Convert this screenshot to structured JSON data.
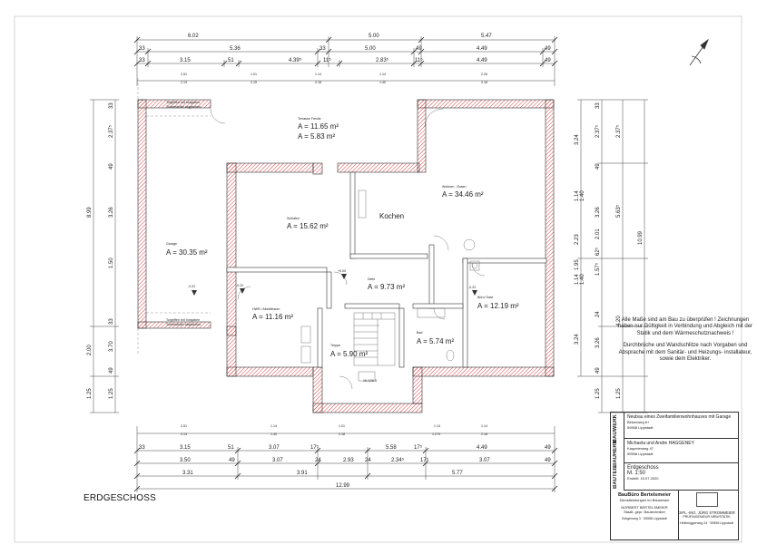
{
  "drawing": {
    "title": "ERDGESCHOSS",
    "top_dims": {
      "row1": [
        "6.02",
        "5.00",
        "5.47"
      ],
      "row2": [
        "33",
        "5.36",
        "33",
        "5.00",
        "49",
        "4.49",
        "49"
      ],
      "row3": [
        "33",
        "3.15",
        "51",
        "4.39⁵",
        "11⁵",
        "2.83⁵",
        "11⁵",
        "4.49",
        "49"
      ],
      "openings": [
        {
          "a": "2.51",
          "b": "2.13"
        },
        {
          "a": "1.01",
          "b": "2.15"
        },
        {
          "a": "1.14",
          "b": "2.18"
        },
        {
          "a": "1.14",
          "b": "1.40"
        },
        {
          "a": "2.26",
          "b": "2.18"
        }
      ]
    },
    "bottom_dims": {
      "openings": [
        {
          "a": "2.51",
          "b": "2.13"
        },
        {
          "a": "1.14",
          "b": "1.40"
        },
        {
          "a": "1.01",
          "b": "2.18"
        },
        {
          "a": "1.14",
          "b": "1.275"
        },
        {
          "a": "1.14",
          "b": "2.18"
        }
      ],
      "row1": [
        "33",
        "3.15",
        "51",
        "3.07",
        "17⁵",
        "5.58",
        "17⁵",
        "4.49",
        "49"
      ],
      "row2": [
        "3.50",
        "49",
        "3.07",
        "24",
        "2.93",
        "24",
        "2.34⁵",
        "17⁵",
        "3.07",
        "49"
      ],
      "row3": [
        "3.31",
        "3.91",
        "5.77"
      ],
      "total": "12.99"
    },
    "left_dims": {
      "outer": [
        "8.99",
        "2.00",
        "1.25"
      ],
      "inner": [
        "33",
        "2.37⁵",
        "49",
        "3.26",
        "1.50",
        "33",
        "3.70",
        "49",
        "1.25"
      ]
    },
    "right_dims": {
      "outer": [
        "10.99"
      ],
      "mid": [
        "2.37⁵",
        "5.63⁵",
        "4.20",
        "1.25"
      ],
      "inner": [
        "33",
        "2.37⁵",
        "49",
        "3.26",
        "2.01",
        "62⁵",
        "1.57⁵",
        "24",
        "3.26",
        "49",
        "1.25"
      ],
      "col3": [
        "3.24",
        "1.14",
        "1.40",
        "2.23",
        "1.95",
        "1.14",
        "1.40",
        "3.24"
      ]
    },
    "rooms": [
      {
        "name": "Garage",
        "area": "A = 30.35 m²"
      },
      {
        "name": "Terrasse Fresitz",
        "area": "A = 11.65 m²",
        "area2": "A = 5.83 m²"
      },
      {
        "name": "Wohnen - Essen",
        "area": "A = 34.46 m²"
      },
      {
        "name": "Schlafen",
        "area": "A = 15.62 m²"
      },
      {
        "name": "Kochen",
        "area": ""
      },
      {
        "name": "Diele",
        "area": "A = 9.73 m²"
      },
      {
        "name": "HWR / Abstellraum",
        "area": "A = 11.16 m²"
      },
      {
        "name": "Treppe",
        "area": "A = 5.90 m²"
      },
      {
        "name": "Bad",
        "area": "A = 5.74 m²"
      },
      {
        "name": "Büro/ Gast",
        "area": "A = 12.19 m²"
      }
    ],
    "stair_label": "16.1/26.5",
    "garage_notes": [
      "Torgriffen mit Vorgaben",
      "Torhersteller abgleichen"
    ],
    "level_marks": [
      "-0.22",
      "-0.22",
      "+0.00",
      "-0.22"
    ]
  },
  "notes": [
    "Alle Maße sind am Bau zu überprüfen ! Zeichnungen haben nur Gültigkeit in Verbindung und Abgleich mit der Statik und dem Wärmeschutznachweis !",
    "Durchbrüche und Wandschlitze nach Vorgaben und Absprache mit dem Sanitär- und Heizungs- installateur, sowie dem Elektriker."
  ],
  "title_block": {
    "side": [
      "BAUWERK",
      "BAUHERR",
      "BAUTEIL"
    ],
    "project": "Neubau eines Zweifamilienwohnhauses mit Garage",
    "project_addr1": "Birkenweg 6+",
    "project_addr2": "59558 Lippstadt",
    "client": "Michaela und Andre HAGGENEY",
    "client_addr1": "Kappelerweg 47",
    "client_addr2": "59558 Lippstadt",
    "part": "Erdgeschoss",
    "scale": "M. 1:50",
    "date": "Erstellt: 15.07.2020",
    "office": "BauBüro Bertelsmeier",
    "office_sub": "Dienstleistungen im Bauwesen",
    "office_person": "NORBERT BERTELSMEIER",
    "office_role": "Staatl. gepr. Bautechniker",
    "office_addr": "Bürgerweg 3 · 59558 Lippstadt",
    "engineer": "DIPL.-ING. JÜRG STROMMEIER",
    "engineer_role": "PRÜFINGENIEUR NRW/STATIK",
    "engineer_addr": "Heilbrüggerweg 24 · 59555 Lippstadt"
  }
}
